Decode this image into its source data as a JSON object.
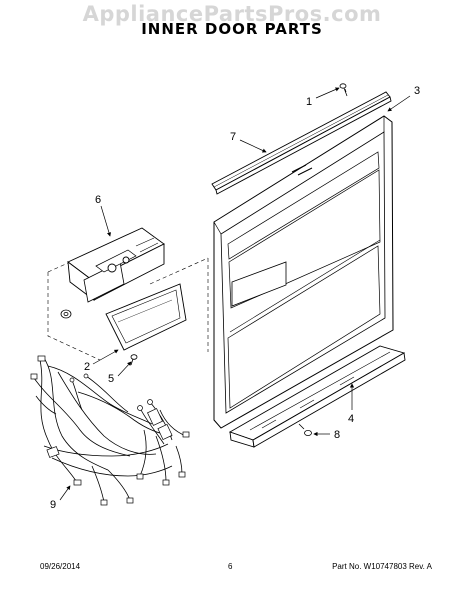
{
  "watermark": "AppliancePartsPros.com",
  "title": "INNER DOOR PARTS",
  "callouts": {
    "c1": "1",
    "c2": "2",
    "c3": "3",
    "c4": "4",
    "c5": "5",
    "c6": "6",
    "c7": "7",
    "c8": "8",
    "c9": "9"
  },
  "footer": {
    "date": "09/26/2014",
    "page": "6",
    "part_number": "Part No. W10747803  Rev. A"
  }
}
